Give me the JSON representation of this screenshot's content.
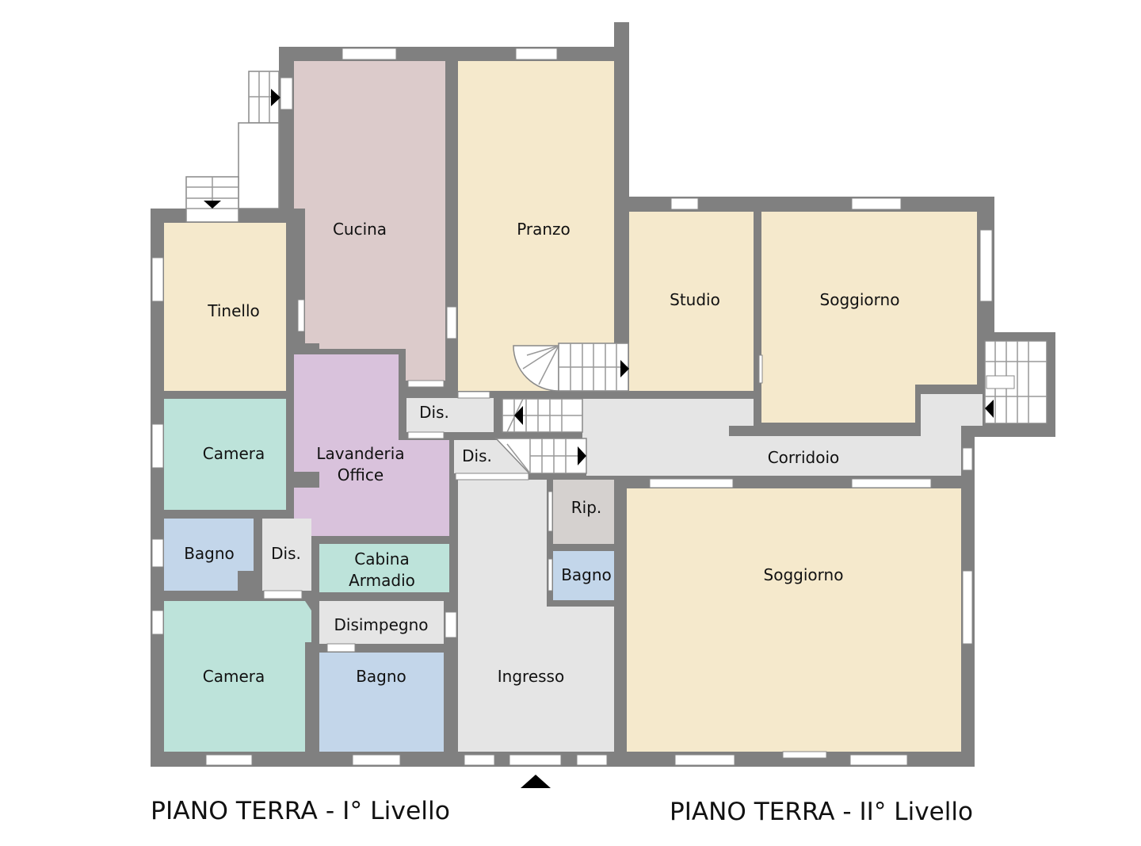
{
  "rooms": {
    "cucina": "Cucina",
    "pranzo": "Pranzo",
    "tinello": "Tinello",
    "studio": "Studio",
    "soggiorno_top": "Soggiorno",
    "dis_1": "Dis.",
    "dis_2": "Dis.",
    "dis_3": "Dis.",
    "lavanderia_1": "Lavanderia",
    "lavanderia_2": "Office",
    "camera_1": "Camera",
    "camera_2": "Camera",
    "corridoio": "Corridoio",
    "rip": "Rip.",
    "bagno_1": "Bagno",
    "bagno_2": "Bagno",
    "bagno_3": "Bagno",
    "cabina_1": "Cabina",
    "cabina_2": "Armadio",
    "disimpegno": "Disimpegno",
    "ingresso": "Ingresso",
    "soggiorno_bottom": "Soggiorno"
  },
  "titles": {
    "left": "PIANO TERRA - I° Livello",
    "right": "PIANO TERRA - II° Livello"
  },
  "colors": {
    "wall": "#808080",
    "kitchen": "#dccbcb",
    "living": "#f5e9cc",
    "bedroom": "#bde3da",
    "bath": "#c3d6ea",
    "laundry": "#d9c2dc",
    "passage": "#e5e5e5",
    "storage": "#d5d1cf"
  }
}
